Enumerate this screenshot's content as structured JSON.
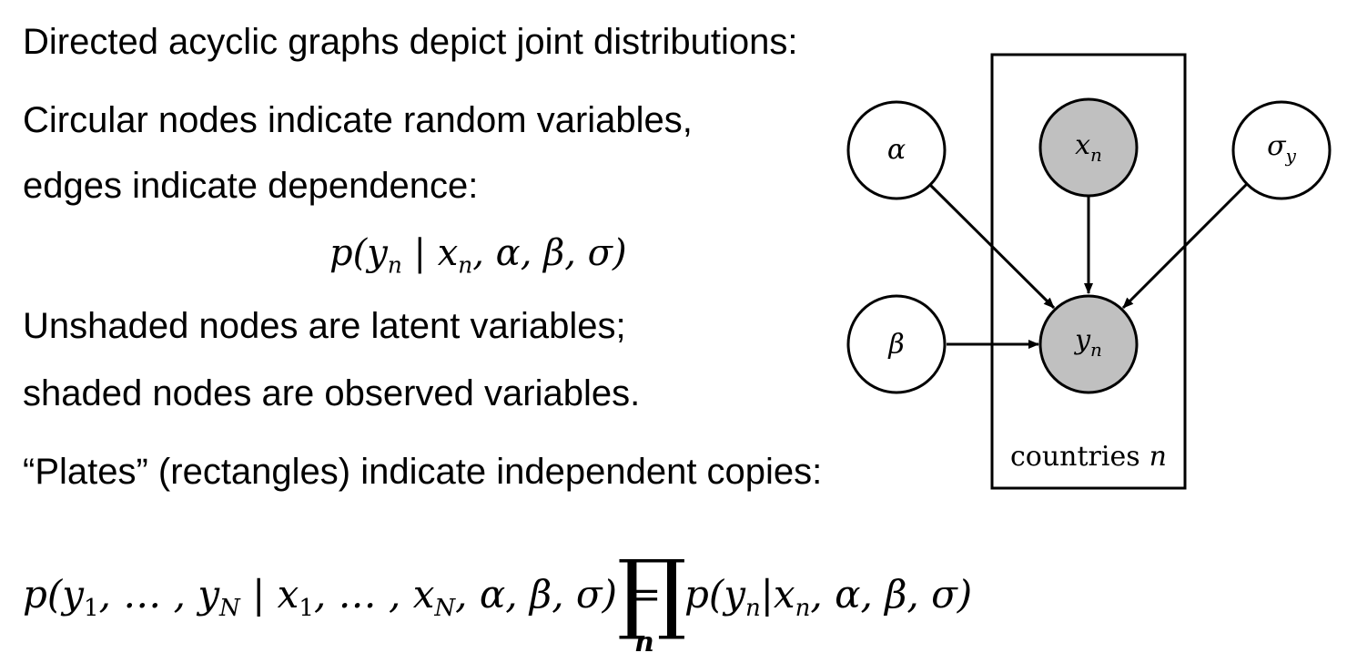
{
  "text": {
    "line1": "Directed acyclic graphs depict joint distributions:",
    "line2": "Circular nodes indicate random variables,",
    "line3": "edges indicate dependence:",
    "line4": "Unshaded nodes are latent variables;",
    "line5": "shaded nodes are observed variables.",
    "line6": "“Plates” (rectangles) indicate independent copies:"
  },
  "equations": {
    "conditional": {
      "head": "p(y",
      "sub1": "n",
      "mid": " | x",
      "sub2": "n",
      "tail": ", α, β, σ)"
    },
    "joint": {
      "lhs_a": "p(y",
      "lhs_s1": "1",
      "lhs_b": ", … , y",
      "lhs_s2": "N",
      "lhs_c": " | x",
      "lhs_s3": "1",
      "lhs_d": ", … , x",
      "lhs_s4": "N",
      "lhs_e": ", α, β, σ) =",
      "product": "∏",
      "product_index": "n",
      "rhs_a": "p(y",
      "rhs_s1": "n",
      "rhs_b": "|x",
      "rhs_s2": "n",
      "rhs_c": ", α, β, σ)"
    }
  },
  "graph": {
    "nodes": {
      "alpha": {
        "symbol": "α",
        "sub": "",
        "observed": false
      },
      "x": {
        "symbol": "x",
        "sub": "n",
        "observed": true
      },
      "sigma": {
        "symbol": "σ",
        "sub": "y",
        "observed": false
      },
      "beta": {
        "symbol": "β",
        "sub": "",
        "observed": false
      },
      "y": {
        "symbol": "y",
        "sub": "n",
        "observed": true
      }
    },
    "edges": [
      {
        "from": "alpha",
        "to": "y"
      },
      {
        "from": "x",
        "to": "y"
      },
      {
        "from": "sigma",
        "to": "y"
      },
      {
        "from": "beta",
        "to": "y"
      }
    ],
    "plate": {
      "label": "countries",
      "index": "n"
    },
    "colors": {
      "observed_fill": "#c0c0c0",
      "latent_fill": "#ffffff",
      "stroke": "#000000"
    }
  }
}
